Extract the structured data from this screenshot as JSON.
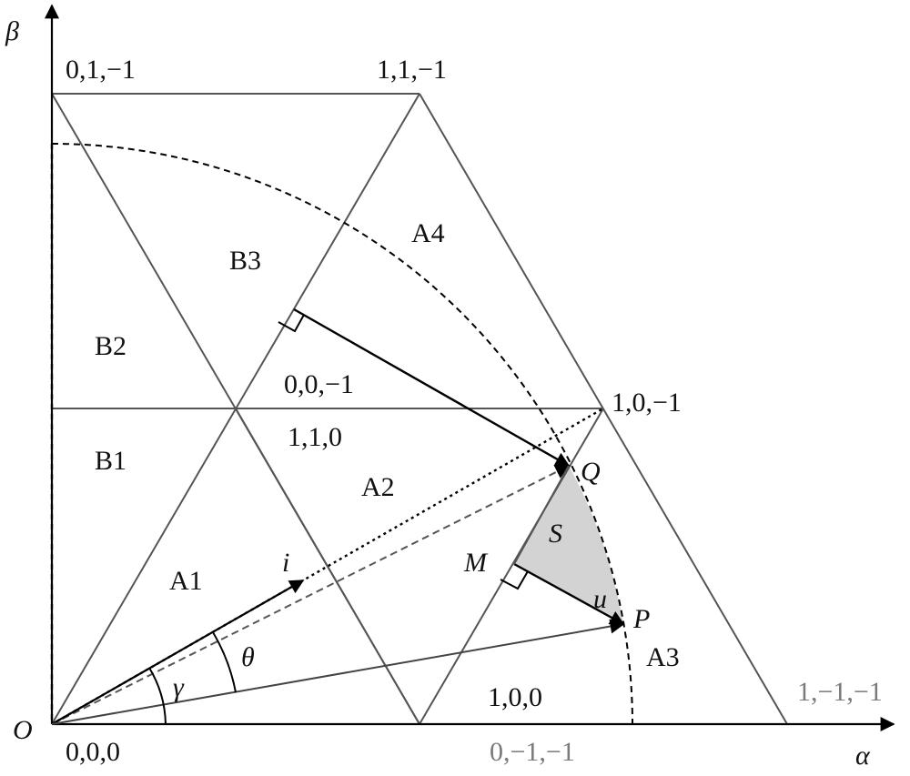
{
  "axes": {
    "alpha_label": "α",
    "beta_label": "β",
    "origin_label": "O"
  },
  "vertex_labels": {
    "v000": "0,0,0",
    "v01m1": "0,1,−1",
    "v11m1": "1,1,−1",
    "v10m1": "1,0,−1",
    "v1m1m1": "1,−1,−1",
    "v0m1m1": "0,−1,−1",
    "v00m1": "0,0,−1",
    "v110": "1,1,0",
    "v100": "1,0,0"
  },
  "region_labels": {
    "A1": "A1",
    "A2": "A2",
    "A3": "A3",
    "A4": "A4",
    "B1": "B1",
    "B2": "B2",
    "B3": "B3"
  },
  "vector_labels": {
    "i": "i",
    "theta": "θ",
    "gamma": "γ",
    "Q": "Q",
    "P": "P",
    "M": "M",
    "S": "S",
    "u": "u"
  },
  "colors": {
    "hex_lines": "#555555",
    "vectors": "#000000",
    "shaded_region": "#d3d3d3",
    "gray_labels": "#7a7a7a"
  }
}
